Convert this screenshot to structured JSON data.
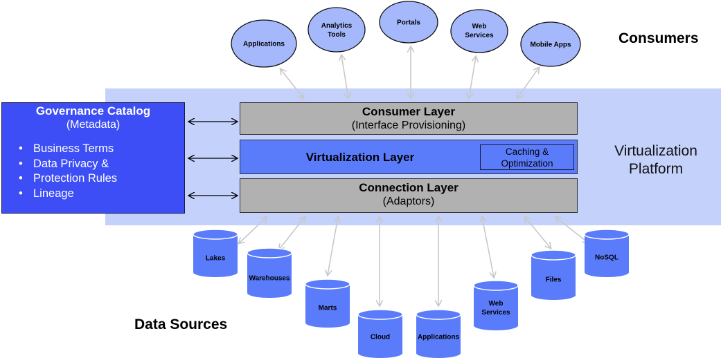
{
  "governance": {
    "title": "Governance Catalog",
    "subtitle": "(Metadata)",
    "items": [
      "Business Terms",
      "Data Privacy &",
      "Protection Rules",
      "Lineage"
    ]
  },
  "layers": {
    "consumer": {
      "title": "Consumer Layer",
      "subtitle": "(Interface Provisioning)"
    },
    "virtualization": {
      "title": "Virtualization Layer",
      "caching_line1": "Caching &",
      "caching_line2": "Optimization"
    },
    "connection": {
      "title": "Connection Layer",
      "subtitle": "(Adaptors)"
    }
  },
  "platform": {
    "label_line1": "Virtualization",
    "label_line2": "Platform"
  },
  "consumers": {
    "heading": "Consumers",
    "nodes": [
      {
        "label_line1": "Applications",
        "label_line2": ""
      },
      {
        "label_line1": "Analytics",
        "label_line2": "Tools"
      },
      {
        "label_line1": "Portals",
        "label_line2": ""
      },
      {
        "label_line1": "Web",
        "label_line2": "Services"
      },
      {
        "label_line1": "Mobile Apps",
        "label_line2": ""
      }
    ]
  },
  "data_sources": {
    "heading": "Data Sources",
    "nodes": [
      {
        "label_line1": "Lakes",
        "label_line2": ""
      },
      {
        "label_line1": "Warehouses",
        "label_line2": ""
      },
      {
        "label_line1": "Marts",
        "label_line2": ""
      },
      {
        "label_line1": "Cloud",
        "label_line2": ""
      },
      {
        "label_line1": "Applications",
        "label_line2": ""
      },
      {
        "label_line1": "Web",
        "label_line2": "Services"
      },
      {
        "label_line1": "Files",
        "label_line2": ""
      },
      {
        "label_line1": "NoSQL",
        "label_line2": ""
      }
    ]
  },
  "colors": {
    "platform_bg": "#c3d1fb",
    "governance_bg": "#3d4ef6",
    "layer_gray": "#b1b1b1",
    "layer_blue": "#5b7cfa",
    "consumer_node": "#a5b8fb",
    "source_node": "#5b7cfa",
    "connector": "#c8c8c8"
  }
}
